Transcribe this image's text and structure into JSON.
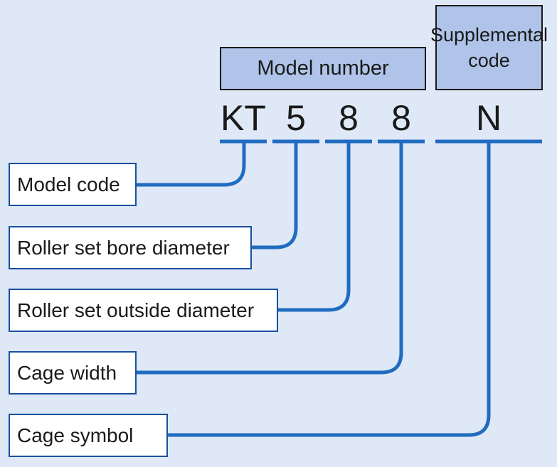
{
  "header": {
    "model_number": "Model number",
    "supplemental_line1": "Supplemental",
    "supplemental_line2": "code"
  },
  "code_parts": [
    "KT",
    "5",
    "8",
    "8",
    "N"
  ],
  "labels": [
    "Model code",
    "Roller set bore diameter",
    "Roller set outside diameter",
    "Cage width",
    "Cage symbol"
  ],
  "colors": {
    "background": "#dfe8f6",
    "header_fill": "#afc4e8",
    "line": "#1f6cc0",
    "label_border": "#1a4fa0"
  }
}
